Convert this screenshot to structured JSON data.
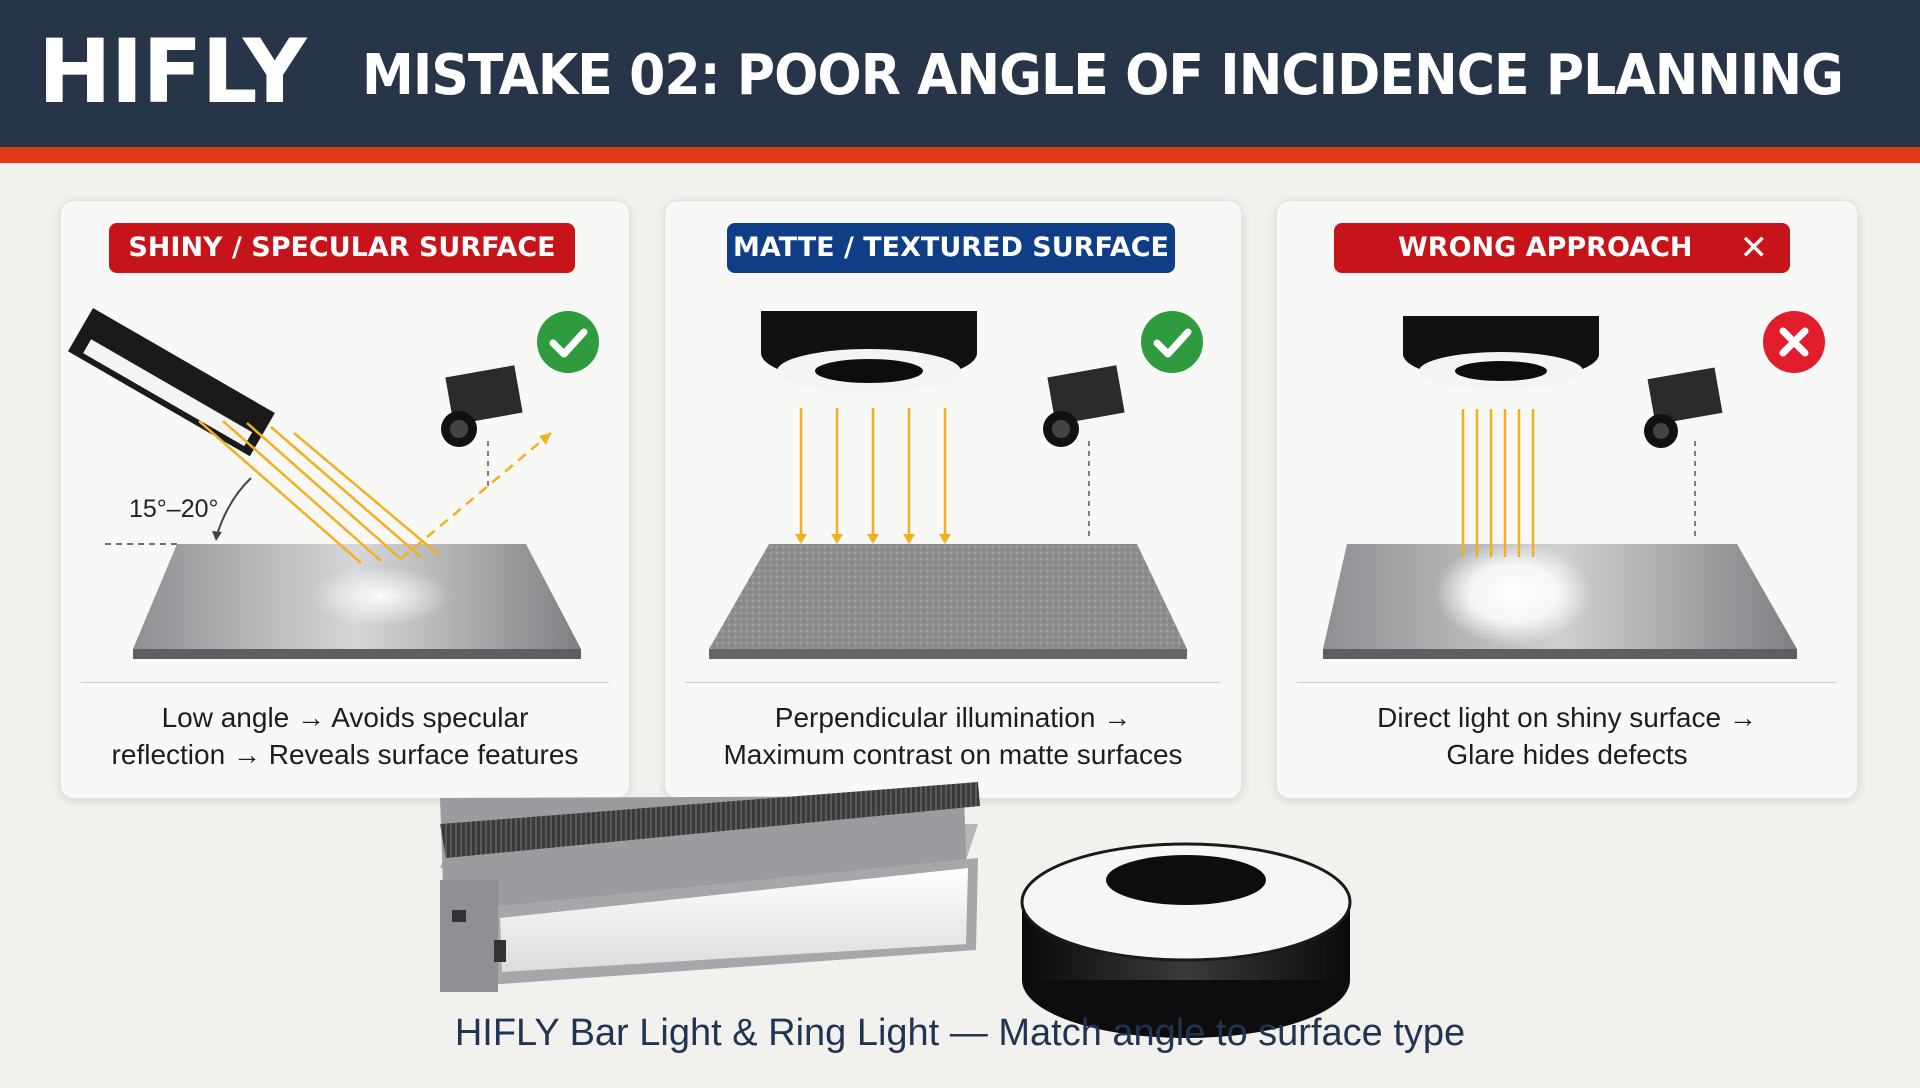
{
  "header": {
    "brand": "HIFLY",
    "title": "MISTAKE 02: POOR ANGLE OF INCIDENCE PLANNING"
  },
  "panels": [
    {
      "tag": "SHINY / SPECULAR SURFACE",
      "status": "correct",
      "angle_label": "15°–20°",
      "caption_line1": "Low angle → Avoids specular",
      "caption_line2": "reflection →  Reveals surface features"
    },
    {
      "tag": "MATTE / TEXTURED SURFACE",
      "status": "correct",
      "caption_line1": "Perpendicular illumination →",
      "caption_line2": "Maximum contrast on matte surfaces"
    },
    {
      "tag": "WRONG APPROACH",
      "tag_icon": "✕",
      "status": "incorrect",
      "caption_line1": "Direct light on shiny surface →",
      "caption_line2": "Glare hides defects"
    }
  ],
  "footer": {
    "caption": "HIFLY Bar Light & Ring Light — Match angle to surface type"
  },
  "colors": {
    "header_bg": "#263547",
    "accent_red": "#e03a1b",
    "tag_red": "#c7141a",
    "tag_blue": "#0f3e86",
    "ok_green": "#2e9b3e",
    "no_red": "#e11d2b",
    "ray": "#f2b01e"
  },
  "icons": {
    "correct": "check-icon",
    "incorrect": "x-circle-icon"
  }
}
